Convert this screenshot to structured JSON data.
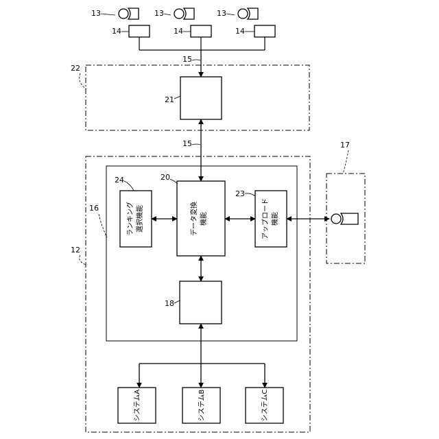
{
  "refs": {
    "server_outer": "12",
    "user_client": "13",
    "terminal": "14",
    "network": "15",
    "data_processor": "16",
    "uploader": "17",
    "db_unit": "18",
    "data_converter": "20",
    "external_unit": "21",
    "external_system": "22",
    "upload_function": "23",
    "ranking_function": "24"
  },
  "labels": {
    "ranking_line1": "ランキング",
    "ranking_line2": "選択機能",
    "converter_line1": "データ変換",
    "converter_line2": "機能",
    "upload_line1": "アップロード",
    "upload_line2": "機能",
    "system_a": "システムA",
    "system_b": "システムB",
    "system_c": "システムC"
  },
  "colors": {
    "stroke": "#000000",
    "background": "#ffffff"
  }
}
